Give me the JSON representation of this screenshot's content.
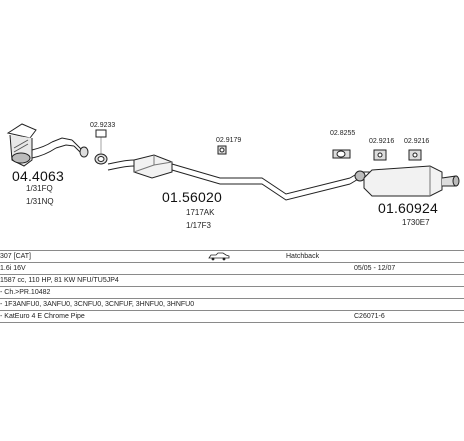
{
  "parts": {
    "catalytic_converter": {
      "code": "04.4063",
      "refs": [
        "1/31FQ",
        "1/31NQ"
      ]
    },
    "clamp_1": {
      "code": "02.9233"
    },
    "middle_silencer": {
      "code": "01.56020",
      "refs": [
        "1717AK",
        "1/17F3"
      ]
    },
    "hanger_1": {
      "code": "02.9179"
    },
    "rear_silencer": {
      "code": "01.60924",
      "refs": [
        "1730E7"
      ]
    },
    "clamp_2": {
      "code": "02.8255"
    },
    "hanger_2": {
      "code": "02.9216"
    },
    "hanger_3": {
      "code": "02.9216"
    }
  },
  "info_table": {
    "rows": [
      {
        "c1": "307 [CAT]",
        "c2": "Hatchback",
        "c3": ""
      },
      {
        "c1": "1.6i 16V",
        "c2": "",
        "c3": "05/05 - 12/07"
      },
      {
        "c1": "1587 cc, 110 HP, 81 KW NFU/TU5JP4",
        "c2": "",
        "c3": ""
      },
      {
        "c1": "- Ch.>PR.10482",
        "c2": "",
        "c3": ""
      },
      {
        "c1": "- 1F3ANFU0, 3ANFU0, 3CNFU0, 3CNFUF, 3HNFU0, 3HNFU0",
        "c2": "",
        "c3": ""
      },
      {
        "c1": "- KatEuro 4 E Chrome Pipe",
        "c2": "",
        "c3": "C26071-6"
      }
    ]
  },
  "icons": {
    "car": "car-icon"
  }
}
